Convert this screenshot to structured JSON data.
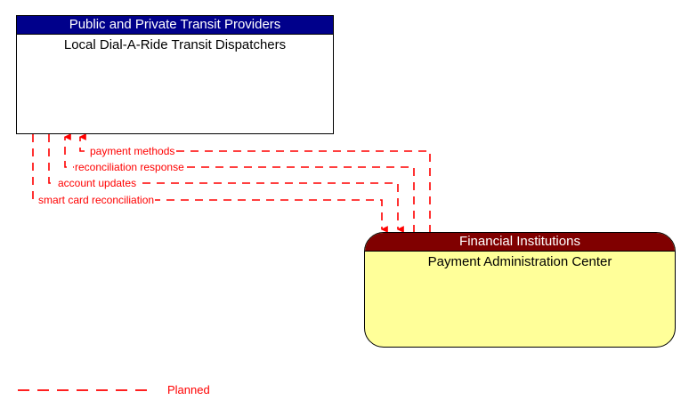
{
  "diagram": {
    "nodes": [
      {
        "id": "transit-dispatchers",
        "header": "Public and Private Transit Providers",
        "title": "Local Dial-A-Ride Transit Dispatchers",
        "header_color": "#00008b",
        "header_text_color": "#ffffff",
        "body_color": "#ffffff",
        "shape": "rectangle"
      },
      {
        "id": "payment-admin",
        "header": "Financial Institutions",
        "title": "Payment Administration Center",
        "header_color": "#800000",
        "header_text_color": "#ffffff",
        "body_color": "#ffff99",
        "shape": "rounded-rectangle"
      }
    ],
    "flows": [
      {
        "id": "payment-methods",
        "label": "payment methods",
        "direction": "payment-admin-to-transit-dispatchers",
        "style": "dashed",
        "color": "#ff0000"
      },
      {
        "id": "reconciliation-response",
        "label": "reconciliation response",
        "direction": "payment-admin-to-transit-dispatchers",
        "style": "dashed",
        "color": "#ff0000"
      },
      {
        "id": "account-updates",
        "label": "account updates",
        "direction": "transit-dispatchers-to-payment-admin",
        "style": "dashed",
        "color": "#ff0000"
      },
      {
        "id": "smart-card-reconciliation",
        "label": "smart card reconciliation",
        "direction": "transit-dispatchers-to-payment-admin",
        "style": "dashed",
        "color": "#ff0000"
      }
    ],
    "legend": {
      "label": "Planned",
      "color": "#ff0000",
      "style": "dashed"
    }
  }
}
